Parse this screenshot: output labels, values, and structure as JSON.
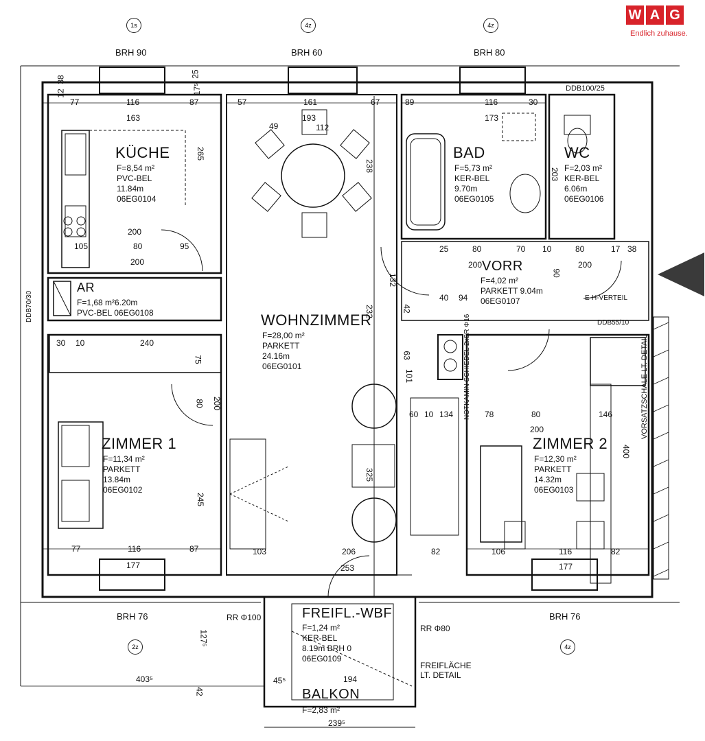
{
  "logo": {
    "letters": [
      "W",
      "A",
      "G"
    ],
    "tagline": "Endlich zuhause.",
    "color": "#d8232a"
  },
  "axes": [
    "1s",
    "4z",
    "4z",
    "2z",
    "4z"
  ],
  "brh": {
    "top_left": "BRH 90",
    "top_mid": "BRH 60",
    "top_right": "BRH 80",
    "bottom_left": "BRH 76",
    "bottom_right": "BRH 76"
  },
  "rooms": {
    "kueche": {
      "name": "KÜCHE",
      "area": "F=8,54 m²",
      "floor": "PVC-BEL",
      "perimeter": "11.84m",
      "code": "06EG0104"
    },
    "ar": {
      "name": "AR",
      "line1": "F=1,68 m²6.20m",
      "line2": "PVC-BEL 06EG0108"
    },
    "wohnzimmer": {
      "name": "WOHNZIMMER",
      "area": "F=28,00 m²",
      "floor": "PARKETT",
      "perimeter": "24.16m",
      "code": "06EG0101"
    },
    "bad": {
      "name": "BAD",
      "area": "F=5,73 m²",
      "floor": "KER-BEL",
      "perimeter": "9.70m",
      "code": "06EG0105"
    },
    "wc": {
      "name": "WC",
      "area": "F=2,03 m²",
      "floor": "KER-BEL",
      "perimeter": "6.06m",
      "code": "06EG0106"
    },
    "vorr": {
      "name": "VORR",
      "area": "F=4,02 m²",
      "floor": "PARKETT 9.04m",
      "code": "06EG0107"
    },
    "zimmer1": {
      "name": "ZIMMER 1",
      "area": "F=11,34 m²",
      "floor": "PARKETT",
      "perimeter": "13.84m",
      "code": "06EG0102"
    },
    "zimmer2": {
      "name": "ZIMMER 2",
      "area": "F=12,30 m²",
      "floor": "PARKETT",
      "perimeter": "14.32m",
      "code": "06EG0103"
    },
    "freifl": {
      "name": "FREIFL.-WBF",
      "area": "F=1,24 m²",
      "floor": "KER-BEL",
      "perimeter": "8.19m BRH 0",
      "code": "06EG0109"
    },
    "balkon": {
      "name": "BALKON",
      "area": "F=2,83 m²"
    }
  },
  "notes": {
    "rr_left": "RR Φ100",
    "rr_right": "RR Φ80",
    "freiflaeche": "FREIFLÄCHE",
    "lt_detail": "LT. DETAIL",
    "vorsatz": "VORSATZSCHALE LT. DETAIL",
    "notkamin": "NOTKAMIN SCHIEDEL 2xSR Φ16",
    "db_top": "DDB100/25",
    "db_left": "DDB70/30",
    "db_right": "DDB55/10",
    "eh_verteil": "E-H-VERTEIL"
  },
  "dims": {
    "k1": "77",
    "k2": "116",
    "k3": "87",
    "k4": "163",
    "k5": "265",
    "k6": "200",
    "k7": "80",
    "k8": "200",
    "k9": "105",
    "k10": "95",
    "w1": "57",
    "w2": "161",
    "w3": "67",
    "w4": "193",
    "w5": "112",
    "w6": "49",
    "w7": "238",
    "w8": "232",
    "w9": "325",
    "w10": "206",
    "w11": "253",
    "w12": "103",
    "w13": "82",
    "b1": "89",
    "b2": "116",
    "b3": "30",
    "b4": "173",
    "b5": "203",
    "v1": "25",
    "v2": "80",
    "v3": "70",
    "v4": "10",
    "v5": "80",
    "v6": "17",
    "v7": "38",
    "v8": "200",
    "v9": "200",
    "v10": "94",
    "v11": "40",
    "v12": "90",
    "v13": "132",
    "v14": "42",
    "v15": "63",
    "v16": "101",
    "z1a": "30",
    "z1b": "10",
    "z1c": "240",
    "z1d": "75",
    "z1e": "80",
    "z1f": "200",
    "z1g": "245",
    "z1h": "77",
    "z1i": "116",
    "z1j": "87",
    "z1k": "177",
    "z2a": "60",
    "z2b": "10",
    "z2c": "134",
    "z2d": "78",
    "z2e": "80",
    "z2f": "146",
    "z2g": "200",
    "z2h": "400",
    "z2i": "106",
    "z2j": "116",
    "z2k": "82",
    "z2l": "177",
    "bot1": "403⁵",
    "bot2": "45⁵",
    "bot3": "194",
    "bot4": "239⁵",
    "bot5": "127⁵",
    "bot6": "42",
    "s1": "38",
    "s2": "12",
    "s3": "25",
    "s4": "17⁵"
  }
}
